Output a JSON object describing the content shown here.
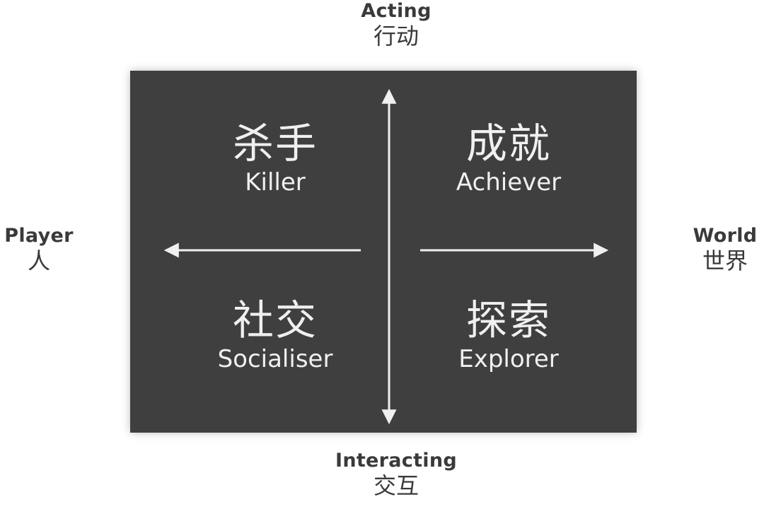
{
  "axes": {
    "top": {
      "en": "Acting",
      "zh": "行动"
    },
    "bottom": {
      "en": "Interacting",
      "zh": "交互"
    },
    "left": {
      "en": "Player",
      "zh": "人"
    },
    "right": {
      "en": "World",
      "zh": "世界"
    }
  },
  "quadrants": {
    "top_left": {
      "zh": "杀手",
      "en": "Killer"
    },
    "top_right": {
      "zh": "成就",
      "en": "Achiever"
    },
    "bottom_left": {
      "zh": "社交",
      "en": "Socialiser"
    },
    "bottom_right": {
      "zh": "探索",
      "en": "Explorer"
    }
  },
  "colors": {
    "panel": "#3f3f3f",
    "panel_text": "#f0f0f0",
    "arrow": "#f0f0f0",
    "axis_text": "#3a3a3a"
  }
}
